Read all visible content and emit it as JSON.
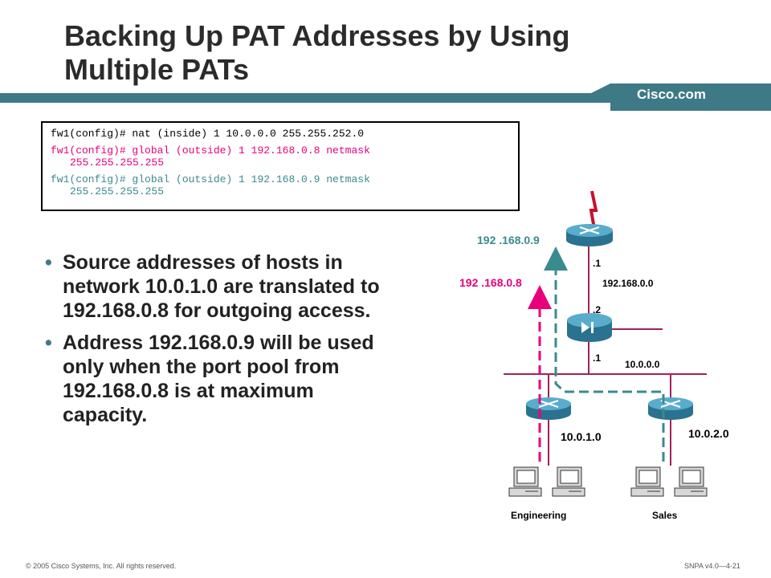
{
  "slide": {
    "title_line1": "Backing Up PAT Addresses by Using",
    "title_line2": "Multiple PATs",
    "brand": "Cisco.com"
  },
  "code": {
    "cmd1": "fw1(config)# nat (inside) 1 10.0.0.0 255.255.252.0",
    "cmd2_a": "fw1(config)# global (outside) 1 192.168.0.8 netmask",
    "cmd2_b": "255.255.255.255",
    "cmd3_a": "fw1(config)# global (outside) 1 192.168.0.9 netmask",
    "cmd3_b": "255.255.255.255"
  },
  "bullets": [
    "Source addresses of hosts in network 10.0.1.0 are translated to 192.168.0.8 for outgoing access.",
    "Address 192.168.0.9 will be used only when the port pool from 192.168.0.8 is at maximum capacity."
  ],
  "diagram": {
    "pat_addr_9": "192 .168.0.9",
    "pat_addr_8": "192 .168.0.8",
    "outer_if": ".1",
    "outer_net": "192.168.0.0",
    "fw_outside_if": ".2",
    "fw_inside_if": ".1",
    "inside_net": "10.0.0.0",
    "eng_net": "10.0.1.0",
    "sales_net": "10.0.2.0",
    "eng_label": "Engineering",
    "sales_label": "Sales"
  },
  "footer": {
    "copyright": "© 2005 Cisco Systems, Inc. All rights reserved.",
    "course": "SNPA v4.0—4-21"
  },
  "colors": {
    "accent": "#3d7a86",
    "pat8_pink": "#e8007a",
    "pat9_teal": "#3a8a8f",
    "router_teal": "#2e7f9a"
  }
}
